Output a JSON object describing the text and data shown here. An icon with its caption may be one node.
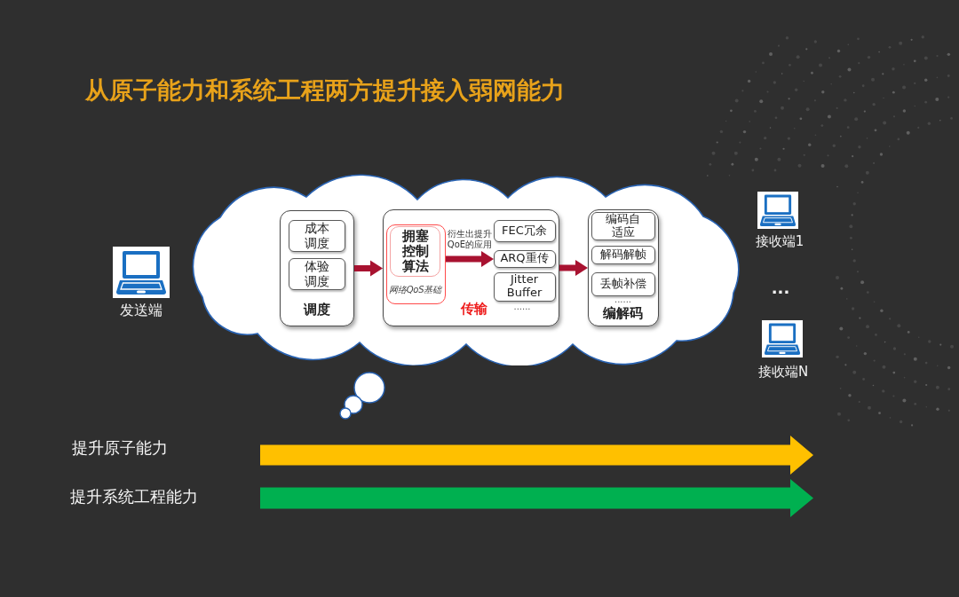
{
  "diagram": {
    "title": "从原子能力和系统工程两方提升接入弱网能力",
    "nodes": [
      {
        "text": [
          "发送端"
        ]
      },
      {
        "text": [],
        "shape": "cloud"
      },
      {
        "text": [
          "调度"
        ],
        "in": 1
      },
      {
        "text": [
          "成本调度"
        ],
        "in": 2
      },
      {
        "text": [
          "体验调度"
        ],
        "in": 2
      },
      {
        "text": [
          "传输",
          "......"
        ],
        "in": 1
      },
      {
        "text": [
          "网络QoS基础"
        ],
        "in": 5
      },
      {
        "text": [
          "拥塞控制算法"
        ],
        "in": 6
      },
      {
        "text": [
          "FEC冗余"
        ],
        "in": 5
      },
      {
        "text": [
          "ARQ重传"
        ],
        "in": 5
      },
      {
        "text": [
          "Jitter Buffer"
        ],
        "in": 5
      },
      {
        "text": [
          "......",
          "编解码"
        ],
        "in": 1
      },
      {
        "text": [
          "编码自适应"
        ],
        "in": 11
      },
      {
        "text": [
          "解码解帧"
        ],
        "in": 11
      },
      {
        "text": [
          "丢帧补偿"
        ],
        "in": 11
      },
      {
        "text": [
          "接收端1"
        ]
      },
      {
        "text": [
          "接收端N"
        ]
      }
    ],
    "edges": [
      {
        "from": 2,
        "to": 5,
        "arrow": "to"
      },
      {
        "from": 6,
        "to": 9,
        "arrow": "to",
        "label": "衍生出提升QoE的应用"
      },
      {
        "from": 5,
        "to": 11,
        "arrow": "to"
      }
    ],
    "labels": [
      "...",
      "提升原子能力",
      "提升系统工程能力"
    ]
  }
}
